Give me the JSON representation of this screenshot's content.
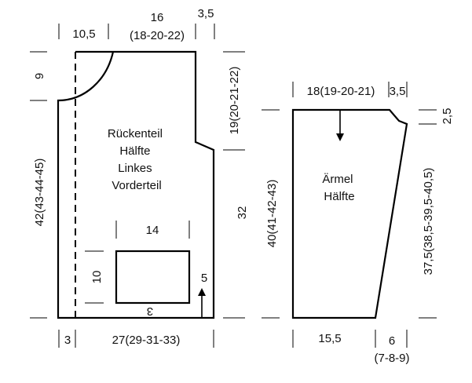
{
  "back_piece": {
    "name_lines": [
      "Rückenteil",
      "Hälfte",
      "Linkes",
      "Vorderteil"
    ],
    "top_left_width": "10,5",
    "top_width": "16",
    "top_width_sizes": "(18-20-22)",
    "shoulder_width": "3,5",
    "neck_depth": "9",
    "total_height": "42(43-44-45)",
    "armhole_depth": "19(20-21-22)",
    "side_height": "32",
    "bottom_left": "3",
    "bottom_width": "27(29-31-33)",
    "pocket": {
      "width": "14",
      "height": "10",
      "offset_bottom": "3",
      "arrow_label": "5"
    }
  },
  "sleeve_piece": {
    "name_lines": [
      "Ärmel",
      "Hälfte"
    ],
    "top_width": "18(19-20-21)",
    "top_step": "3,5",
    "top_drop": "2,5",
    "left_height": "40(41-42-43)",
    "right_height": "37,5(38,5-39,5-40,5)",
    "bottom_width": "15,5",
    "bottom_extra": "6",
    "bottom_extra_sizes": "(7-8-9)"
  }
}
